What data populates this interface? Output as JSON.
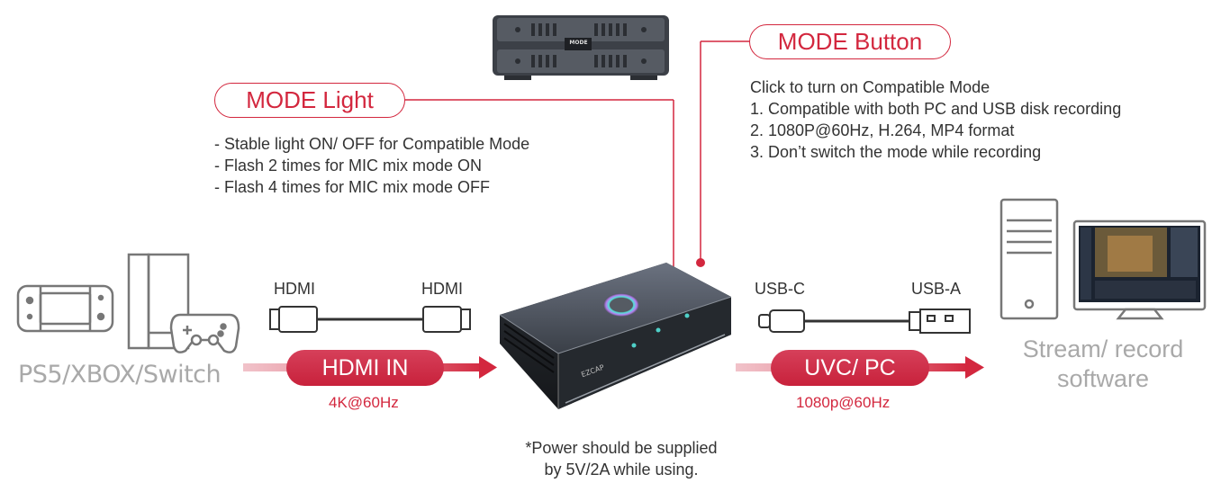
{
  "mode_light": {
    "title": "MODE Light",
    "lines": [
      "- Stable light ON/ OFF for Compatible Mode",
      "- Flash 2 times for MIC mix mode ON",
      "- Flash 4 times for MIC mix mode OFF"
    ]
  },
  "mode_button": {
    "title": "MODE Button",
    "lines": [
      "Click to turn on Compatible Mode",
      "1. Compatible with both PC and USB disk recording",
      "2. 1080P@60Hz, H.264, MP4 format",
      "3. Don’t switch the mode while recording"
    ]
  },
  "device_top_label": "MODE",
  "device_brand": "EZCAP",
  "source_label": "PS5/XBOX/Switch",
  "hdmi": {
    "left_label": "HDMI",
    "right_label": "HDMI",
    "pill": "HDMI IN",
    "spec": "4K@60Hz"
  },
  "usb": {
    "left_label": "USB-C",
    "right_label": "USB-A",
    "pill": "UVC/ PC",
    "spec": "1080p@60Hz"
  },
  "destination_label": [
    "Stream/ record",
    "software"
  ],
  "power_note": [
    "*Power should be supplied",
    "by 5V/2A while using."
  ],
  "colors": {
    "accent_red": "#d3273e",
    "gray_text": "#a9a9a9",
    "icon_gray": "#777777"
  }
}
